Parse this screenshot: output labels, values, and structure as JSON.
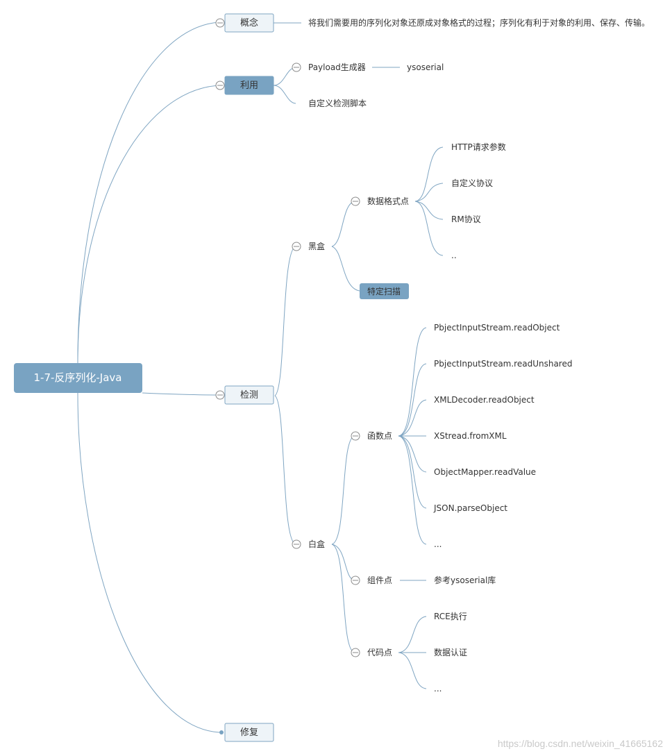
{
  "root": {
    "label": "1-7-反序列化-Java"
  },
  "colors": {
    "line": "#7fa5c2",
    "box_fill": "#eef4f8",
    "box_active": "#79a3c2",
    "collapse": "#8a8a8a"
  },
  "icons": {
    "collapse": "collapse-minus-icon",
    "expand_dot": "expand-dot-icon"
  },
  "branches": {
    "concept": {
      "label": "概念",
      "detail": "将我们需要用的序列化对象还原成对象格式的过程；序列化有利于对象的利用、保存、传输。"
    },
    "exploit": {
      "label": "利用",
      "payload": "Payload生成器",
      "ysoserial": "ysoserial",
      "custom_script": "自定义检测脚本"
    },
    "detect": {
      "label": "检测",
      "blackbox": {
        "label": "黑盒",
        "data_format": {
          "label": "数据格式点",
          "items": [
            "HTTP请求参数",
            "自定义协议",
            "RM协议",
            ".."
          ]
        },
        "specific_scan": "特定扫描"
      },
      "whitebox": {
        "label": "白盒",
        "functions": {
          "label": "函数点",
          "items": [
            "PbjectInputStream.readObject",
            "PbjectInputStream.readUnshared",
            "XMLDecoder.readObject",
            "XStread.fromXML",
            "ObjectMapper.readValue",
            "JSON.parseObject",
            "..."
          ]
        },
        "components": {
          "label": "组件点",
          "item": "参考ysoserial库"
        },
        "code": {
          "label": "代码点",
          "items": [
            "RCE执行",
            "数据认证",
            "..."
          ]
        }
      }
    },
    "fix": {
      "label": "修复"
    }
  },
  "watermark": "https://blog.csdn.net/weixin_41665162"
}
